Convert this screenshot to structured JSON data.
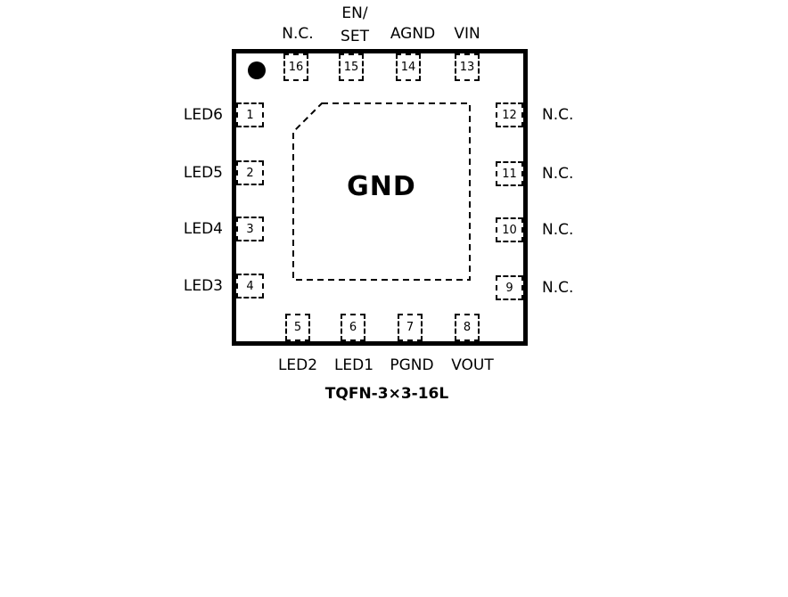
{
  "caption": "TQFN-3×3-16L",
  "pad_label": "GND",
  "pins": {
    "top": [
      {
        "number": "16",
        "label": "N.C."
      },
      {
        "number": "15",
        "label": "EN/\nSET"
      },
      {
        "number": "14",
        "label": "AGND"
      },
      {
        "number": "13",
        "label": "VIN"
      }
    ],
    "left": [
      {
        "number": "1",
        "label": "LED6"
      },
      {
        "number": "2",
        "label": "LED5"
      },
      {
        "number": "3",
        "label": "LED4"
      },
      {
        "number": "4",
        "label": "LED3"
      }
    ],
    "right": [
      {
        "number": "12",
        "label": "N.C."
      },
      {
        "number": "11",
        "label": "N.C."
      },
      {
        "number": "10",
        "label": "N.C."
      },
      {
        "number": "9",
        "label": "N.C."
      }
    ],
    "bottom": [
      {
        "number": "5",
        "label": "LED2"
      },
      {
        "number": "6",
        "label": "LED1"
      },
      {
        "number": "7",
        "label": "PGND"
      },
      {
        "number": "8",
        "label": "VOUT"
      }
    ]
  }
}
